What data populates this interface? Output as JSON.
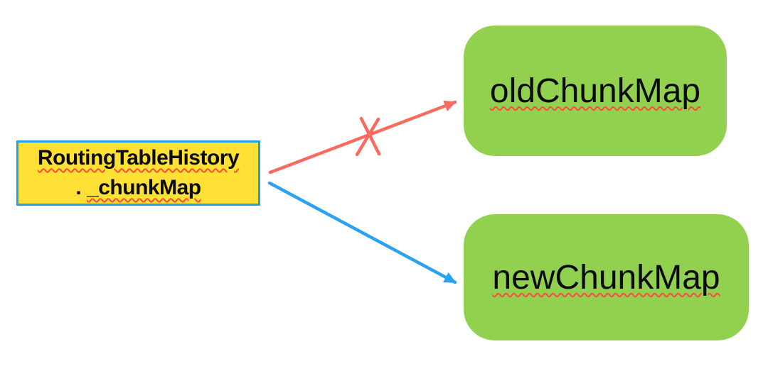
{
  "diagram": {
    "source_box": {
      "line1": "RoutingTableHistory",
      "line2_prefix": ". ",
      "line2_word": "_chunkMap",
      "fill_color": "#FFE135",
      "border_color": "#219FE8",
      "text_color": "#0B0B0B"
    },
    "targets": [
      {
        "label": "oldChunkMap",
        "fill_color": "#92D050",
        "arrow_color": "#F96B5C",
        "arrow_crossed_out": true
      },
      {
        "label": "newChunkMap",
        "fill_color": "#92D050",
        "arrow_color": "#2AA2F2",
        "arrow_crossed_out": false
      }
    ],
    "colors": {
      "red_arrow": "#F96B5C",
      "blue_arrow": "#2AA2F2",
      "squiggle_underline": "#FF4A3C",
      "background": "#FFFFFF"
    }
  }
}
